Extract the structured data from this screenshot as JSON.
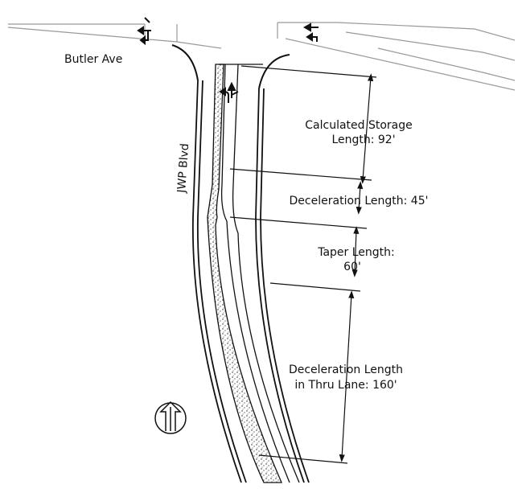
{
  "streets": {
    "cross_street": "Butler Ave",
    "main_street": "JWP Blvd"
  },
  "dimensions": {
    "storage": {
      "line1": "Calculated Storage",
      "line2": "Length: 92'"
    },
    "deceleration": {
      "line1": "Deceleration Length: 45'"
    },
    "taper": {
      "line1": "Taper Length:",
      "line2": "60'"
    },
    "thru_lane": {
      "line1": "Deceleration Length",
      "line2": "in Thru Lane: 160'"
    }
  },
  "icons": [
    "north-arrow-icon",
    "lane-arrow-left-thru-icon",
    "lane-arrow-left-icon",
    "lane-arrow-thru-icon"
  ]
}
